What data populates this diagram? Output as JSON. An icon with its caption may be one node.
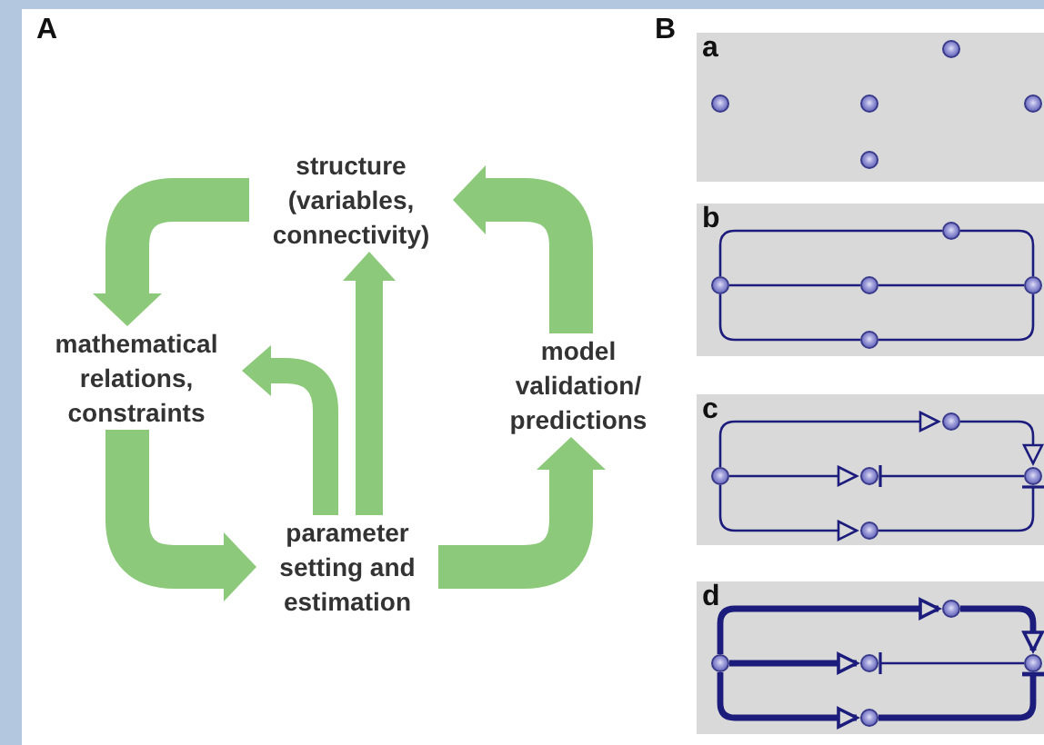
{
  "diagram": {
    "nodes": [
      {
        "text": [
          "structure (variables, connectivity)"
        ]
      },
      {
        "text": [
          "mathematical relations, constraints"
        ]
      },
      {
        "text": [
          "model validation/ predictions"
        ]
      },
      {
        "text": [
          "parameter setting and estimation"
        ]
      },
      {
        "text": [
          "a"
        ]
      },
      {
        "text": [],
        "shape": "circle",
        "in": 4
      },
      {
        "text": [],
        "shape": "circle",
        "in": 4
      },
      {
        "text": [],
        "shape": "circle",
        "in": 4
      },
      {
        "text": [],
        "shape": "circle",
        "in": 4
      },
      {
        "text": [],
        "shape": "circle",
        "in": 4
      },
      {
        "text": [
          "b"
        ]
      },
      {
        "text": [],
        "shape": "circle",
        "in": 10
      },
      {
        "text": [],
        "shape": "circle",
        "in": 10
      },
      {
        "text": [],
        "shape": "circle",
        "in": 10
      },
      {
        "text": [],
        "shape": "circle",
        "in": 10
      },
      {
        "text": [],
        "shape": "circle",
        "in": 10
      },
      {
        "text": [
          "c"
        ]
      },
      {
        "text": [],
        "shape": "circle",
        "in": 16
      },
      {
        "text": [],
        "shape": "circle",
        "in": 16
      },
      {
        "text": [],
        "shape": "circle",
        "in": 16
      },
      {
        "text": [],
        "shape": "circle",
        "in": 16
      },
      {
        "text": [],
        "shape": "circle",
        "in": 16
      },
      {
        "text": [
          "d"
        ]
      },
      {
        "text": [],
        "shape": "circle",
        "in": 22
      },
      {
        "text": [],
        "shape": "circle",
        "in": 22
      },
      {
        "text": [],
        "shape": "circle",
        "in": 22
      },
      {
        "text": [],
        "shape": "circle",
        "in": 22
      },
      {
        "text": [],
        "shape": "circle",
        "in": 22
      }
    ],
    "edges": [
      {
        "from": 0,
        "to": 1,
        "arrow": "to",
        "style": "thick",
        "color": "#8cc97a"
      },
      {
        "from": 1,
        "to": 3,
        "arrow": "to",
        "style": "thick",
        "color": "#8cc97a"
      },
      {
        "from": 3,
        "to": 1,
        "arrow": "to",
        "style": "thick",
        "color": "#8cc97a"
      },
      {
        "from": 3,
        "to": 0,
        "arrow": "to",
        "style": "thick",
        "color": "#8cc97a"
      },
      {
        "from": 3,
        "to": 2,
        "arrow": "to",
        "style": "thick",
        "color": "#8cc97a"
      },
      {
        "from": 2,
        "to": 0,
        "arrow": "to",
        "style": "thick",
        "color": "#8cc97a"
      },
      {
        "from": 11,
        "to": 14,
        "arrow": "none"
      },
      {
        "from": 14,
        "to": 15,
        "arrow": "none"
      },
      {
        "from": 11,
        "to": 12,
        "arrow": "none"
      },
      {
        "from": 12,
        "to": 15,
        "arrow": "none"
      },
      {
        "from": 11,
        "to": 13,
        "arrow": "none"
      },
      {
        "from": 13,
        "to": 15,
        "arrow": "none"
      },
      {
        "from": 17,
        "to": 20,
        "arrow": "to"
      },
      {
        "from": 20,
        "to": 21,
        "arrow": "to"
      },
      {
        "from": 17,
        "to": 18,
        "arrow": "to"
      },
      {
        "from": 21,
        "to": 18,
        "arrow": "other"
      },
      {
        "from": 17,
        "to": 19,
        "arrow": "to"
      },
      {
        "from": 19,
        "to": 21,
        "arrow": "other"
      },
      {
        "from": 23,
        "to": 26,
        "arrow": "to",
        "style": "thick"
      },
      {
        "from": 26,
        "to": 27,
        "arrow": "to",
        "style": "thick"
      },
      {
        "from": 23,
        "to": 24,
        "arrow": "to",
        "style": "thick"
      },
      {
        "from": 27,
        "to": 24,
        "arrow": "other"
      },
      {
        "from": 23,
        "to": 25,
        "arrow": "to",
        "style": "thick"
      },
      {
        "from": 25,
        "to": 27,
        "arrow": "other",
        "style": "thick"
      }
    ],
    "labels": [
      "A",
      "B"
    ]
  }
}
